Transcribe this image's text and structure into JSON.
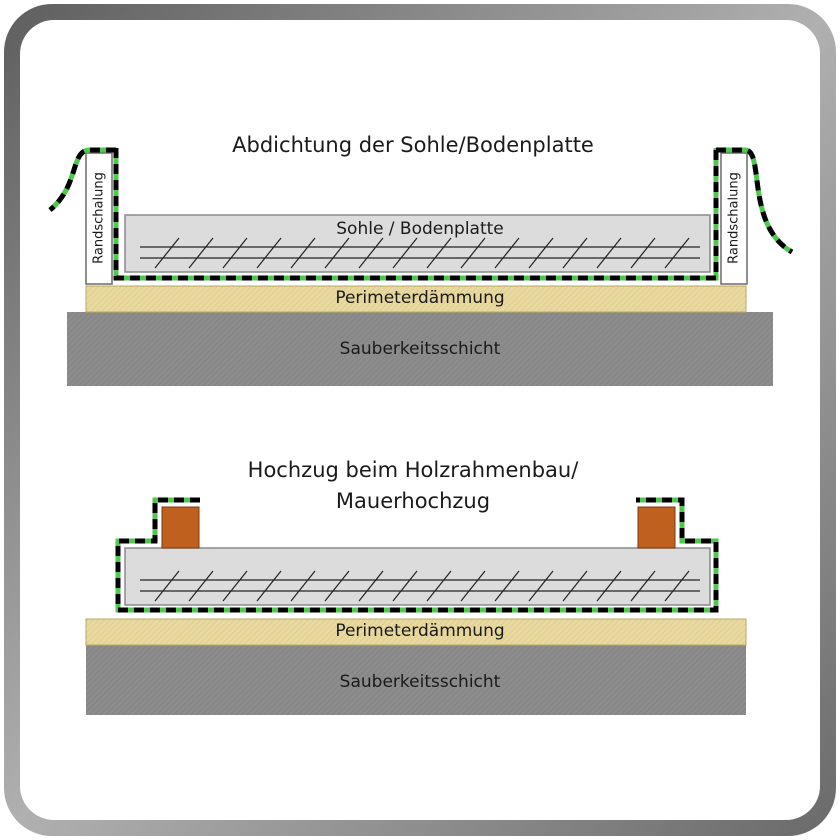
{
  "diagram_top": {
    "title": "Abdichtung der Sohle/Bodenplatte",
    "slab_label": "Sohle / Bodenplatte",
    "insulation_label": "Perimeterdämmung",
    "base_label": "Sauberkeitsschicht",
    "formwork_left_label": "Randschalung",
    "formwork_right_label": "Randschalung"
  },
  "diagram_bottom": {
    "title_line1": "Hochzug beim Holzrahmenbau/",
    "title_line2": "Mauerhochzug",
    "insulation_label": "Perimeterdämmung",
    "base_label": "Sauberkeitsschicht"
  },
  "colors": {
    "frame_shadow": "#8a8a8a",
    "base_layer": "#8c8c8c",
    "insulation": "#e8d9a0",
    "slab": "#dcdcdc",
    "membrane_dash": "#000000",
    "membrane_under": "#4ec94e",
    "brick": "#c0601f"
  }
}
